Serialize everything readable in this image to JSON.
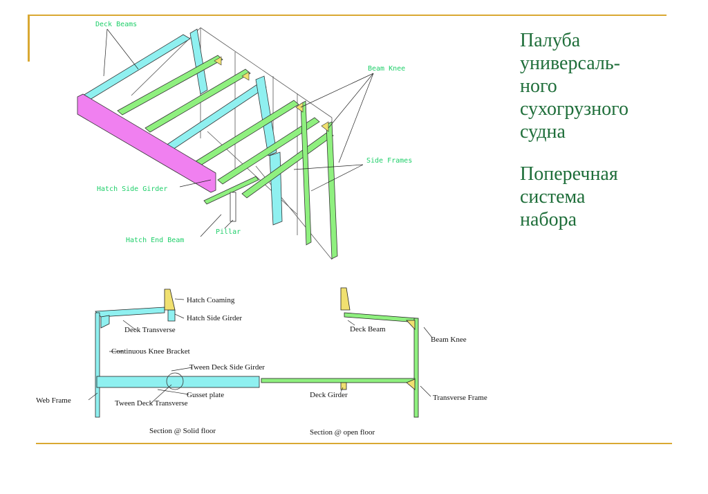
{
  "slide": {
    "title_lines": [
      "Палуба",
      "универсаль-",
      "ного",
      "сухогрузного",
      "судна"
    ],
    "subtitle_lines": [
      "Поперечная",
      "система",
      "набора"
    ],
    "accent_color": "#d9a832",
    "title_color": "#1f6e3a"
  },
  "iso_labels": {
    "deck_beams": "Deck Beams",
    "beam_knee": "Beam Knee",
    "side_frames": "Side Frames",
    "hatch_side_girder": "Hatch Side Girder",
    "hatch_end_beam": "Hatch End Beam",
    "pillar": "Pillar"
  },
  "section_labels": {
    "hatch_coaming": "Hatch Coaming",
    "hatch_side_girder": "Hatch Side Girder",
    "deck_transverse": "Deck Transverse",
    "continuous_knee_bracket": "Continuous Knee Bracket",
    "tween_deck_side_girder": "Tween Deck Side Girder",
    "gusset_plate": "Gusset plate",
    "web_frame": "Web Frame",
    "tween_deck_transverse": "Tween Deck Transverse",
    "deck_beam": "Deck Beam",
    "beam_knee": "Beam Knee",
    "deck_girder": "Deck Girder",
    "transverse_frame": "Transverse Frame",
    "section_solid": "Section @ Solid floor",
    "section_open": "Section @ open floor"
  },
  "colors": {
    "cyan": "#8ff0f0",
    "green": "#8ff07f",
    "magenta": "#f080f0",
    "yellow": "#f0e070"
  }
}
